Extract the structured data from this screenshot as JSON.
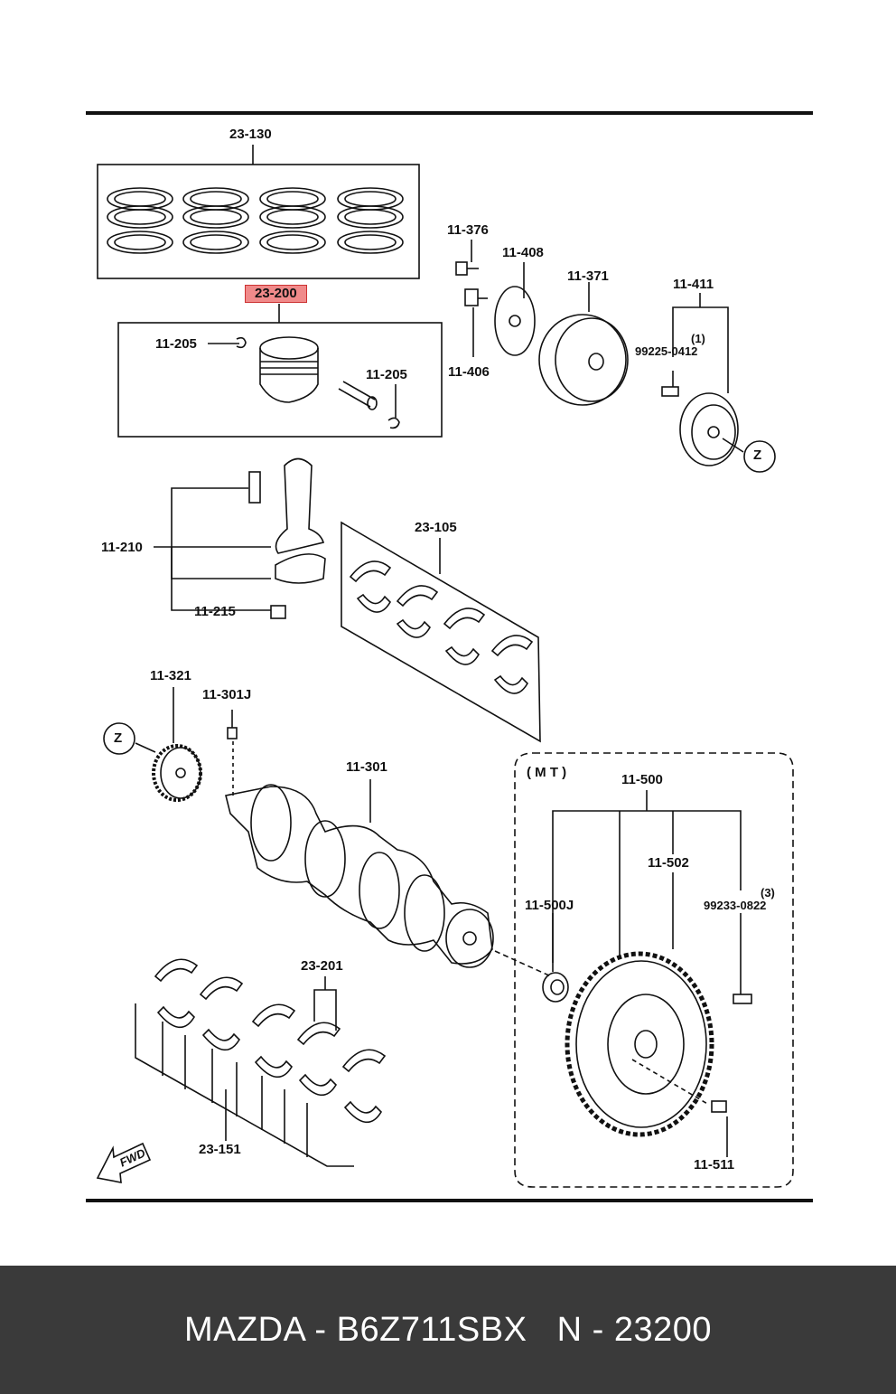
{
  "labels": {
    "rings": "23-130",
    "piston": "23-200",
    "clip_left": "11-205",
    "clip_right": "11-205",
    "bolt_top": "11-376",
    "key_plate": "11-408",
    "bolt_lower": "11-406",
    "pulley": "11-371",
    "pulley_plate": "11-411",
    "pulley_qty": "(1)",
    "pulley_part": "99225-0412",
    "conrod": "11-210",
    "conrod_nut": "11-215",
    "conrod_bearing": "23-105",
    "timing_gear": "11-321",
    "crank_key": "11-301J",
    "crankshaft": "11-301",
    "mt_group": "( M T )",
    "flywheel": "11-500",
    "ring_gear": "11-502",
    "pilot_bearing": "11-500J",
    "flywheel_qty": "(3)",
    "flywheel_part": "99233-0822",
    "thrust_bearing": "23-201",
    "main_bearing": "23-151",
    "flywheel_bolt": "11-511",
    "callout_z1": "Z",
    "callout_z2": "Z",
    "fwd_arrow": "FWD"
  },
  "footer": {
    "brand": "MAZDA - B6Z711SBX",
    "part": "N - 23200"
  },
  "colors": {
    "highlight": "#f08a8a",
    "footer_bg": "#3a3a3a"
  }
}
